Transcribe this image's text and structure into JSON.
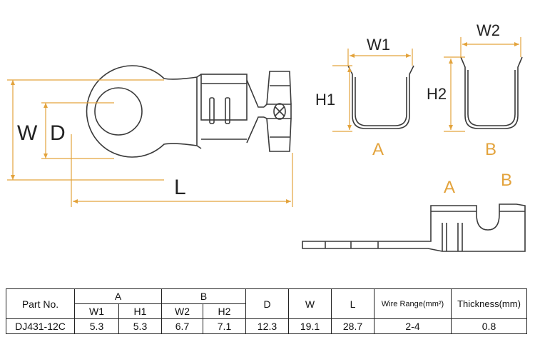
{
  "colors": {
    "accent": "#E3A33C",
    "line": "#3a3a3a"
  },
  "terminal_side_view": {
    "labels": {
      "w": "W",
      "d": "D",
      "l": "L"
    }
  },
  "profile_a": {
    "dimension_w": "W1",
    "dimension_h": "H1",
    "tag": "A"
  },
  "profile_b": {
    "dimension_w": "W2",
    "dimension_h": "H2",
    "tag": "B"
  },
  "side_profile": {
    "tag_a": "A",
    "tag_b": "B"
  },
  "table": {
    "headers": {
      "part_no": "Part No.",
      "group_a": "A",
      "group_b": "B",
      "w1": "W1",
      "h1": "H1",
      "w2": "W2",
      "h2": "H2",
      "d": "D",
      "w": "W",
      "l": "L",
      "wire_range": "Wire Range(mm²)",
      "thickness": "Thickness(mm)"
    },
    "row": {
      "part_no": "DJ431-12C",
      "w1": "5.3",
      "h1": "5.3",
      "w2": "6.7",
      "h2": "7.1",
      "d": "12.3",
      "w": "19.1",
      "l": "28.7",
      "wire_range": "2-4",
      "thickness": "0.8"
    }
  }
}
